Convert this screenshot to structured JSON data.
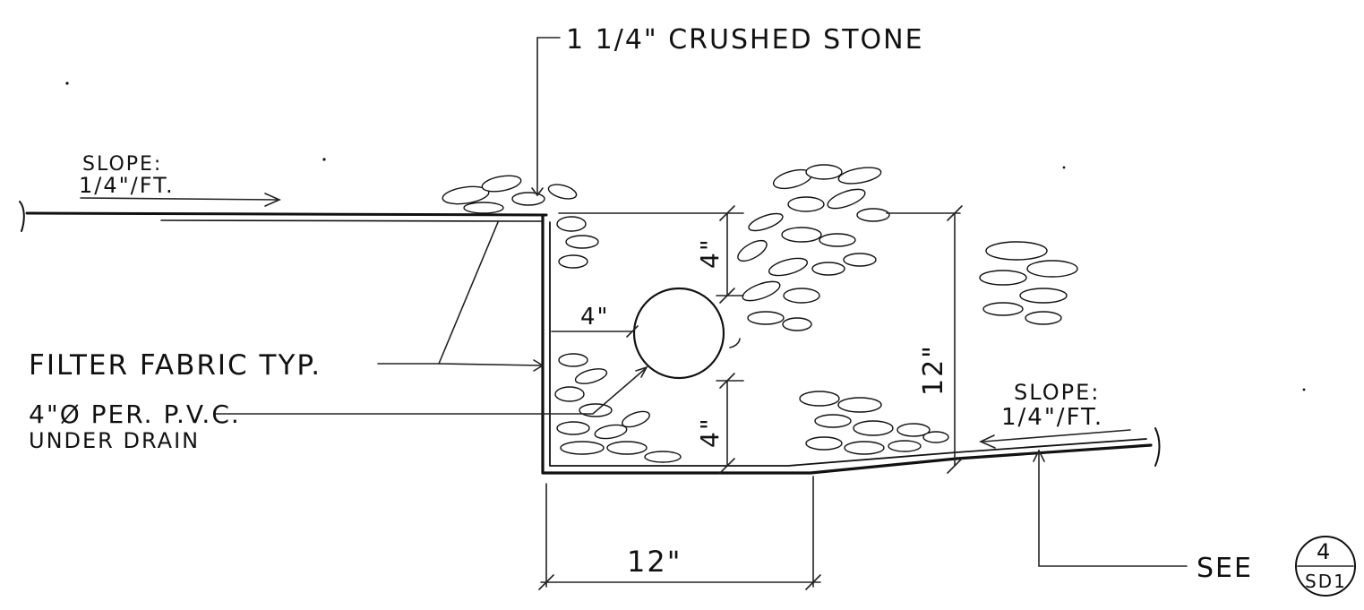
{
  "labels": {
    "crushed_stone": "1 1/4\" CRUSHED STONE",
    "slope_left_line1": "SLOPE:",
    "slope_left_line2": "1/4\"/FT.",
    "slope_right_line1": "SLOPE:",
    "slope_right_line2": "1/4\"/FT.",
    "filter_fabric": "FILTER FABRIC TYP.",
    "pipe_line1": "4\"Ø PER. P.V.C.",
    "pipe_line2": "UNDER DRAIN",
    "see": "SEE"
  },
  "dimensions": {
    "pipe_side_clearance": "4\"",
    "cover_above_pipe": "4\"",
    "bedding_below_pipe": "4\"",
    "trench_depth": "12\"",
    "trench_width": "12\""
  },
  "detail_callout": {
    "detail_number": "4",
    "sheet_number": "SD1"
  }
}
